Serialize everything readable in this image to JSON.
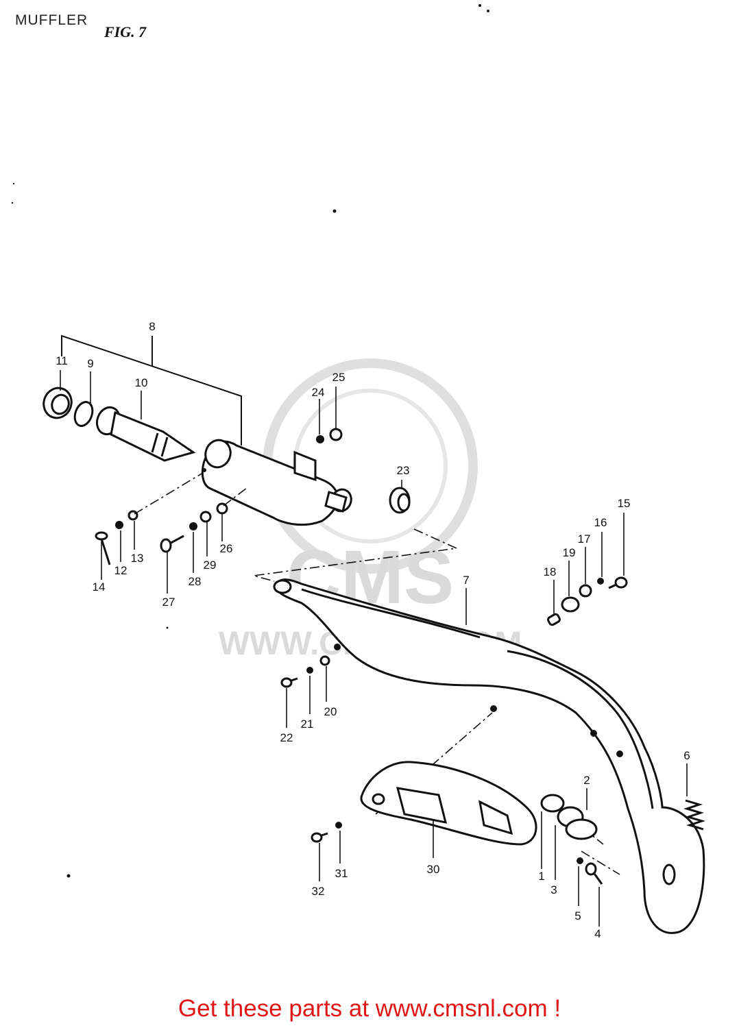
{
  "header": {
    "title": "MUFFLER",
    "figure": "FIG. 7"
  },
  "footer": {
    "text": "Get these parts at www.cmsnl.com !"
  },
  "watermark": {
    "logo_text": "CMS",
    "url_text": "WWW.CMSNL.COM"
  },
  "callouts": [
    "1",
    "2",
    "3",
    "4",
    "5",
    "6",
    "7",
    "8",
    "9",
    "10",
    "11",
    "12",
    "13",
    "14",
    "15",
    "16",
    "17",
    "18",
    "19",
    "20",
    "21",
    "22",
    "23",
    "24",
    "25",
    "26",
    "27",
    "28",
    "29",
    "30",
    "31",
    "32"
  ],
  "colors": {
    "footer": "#e01616",
    "ink": "#111111",
    "watermark": "#d6d6d6"
  }
}
